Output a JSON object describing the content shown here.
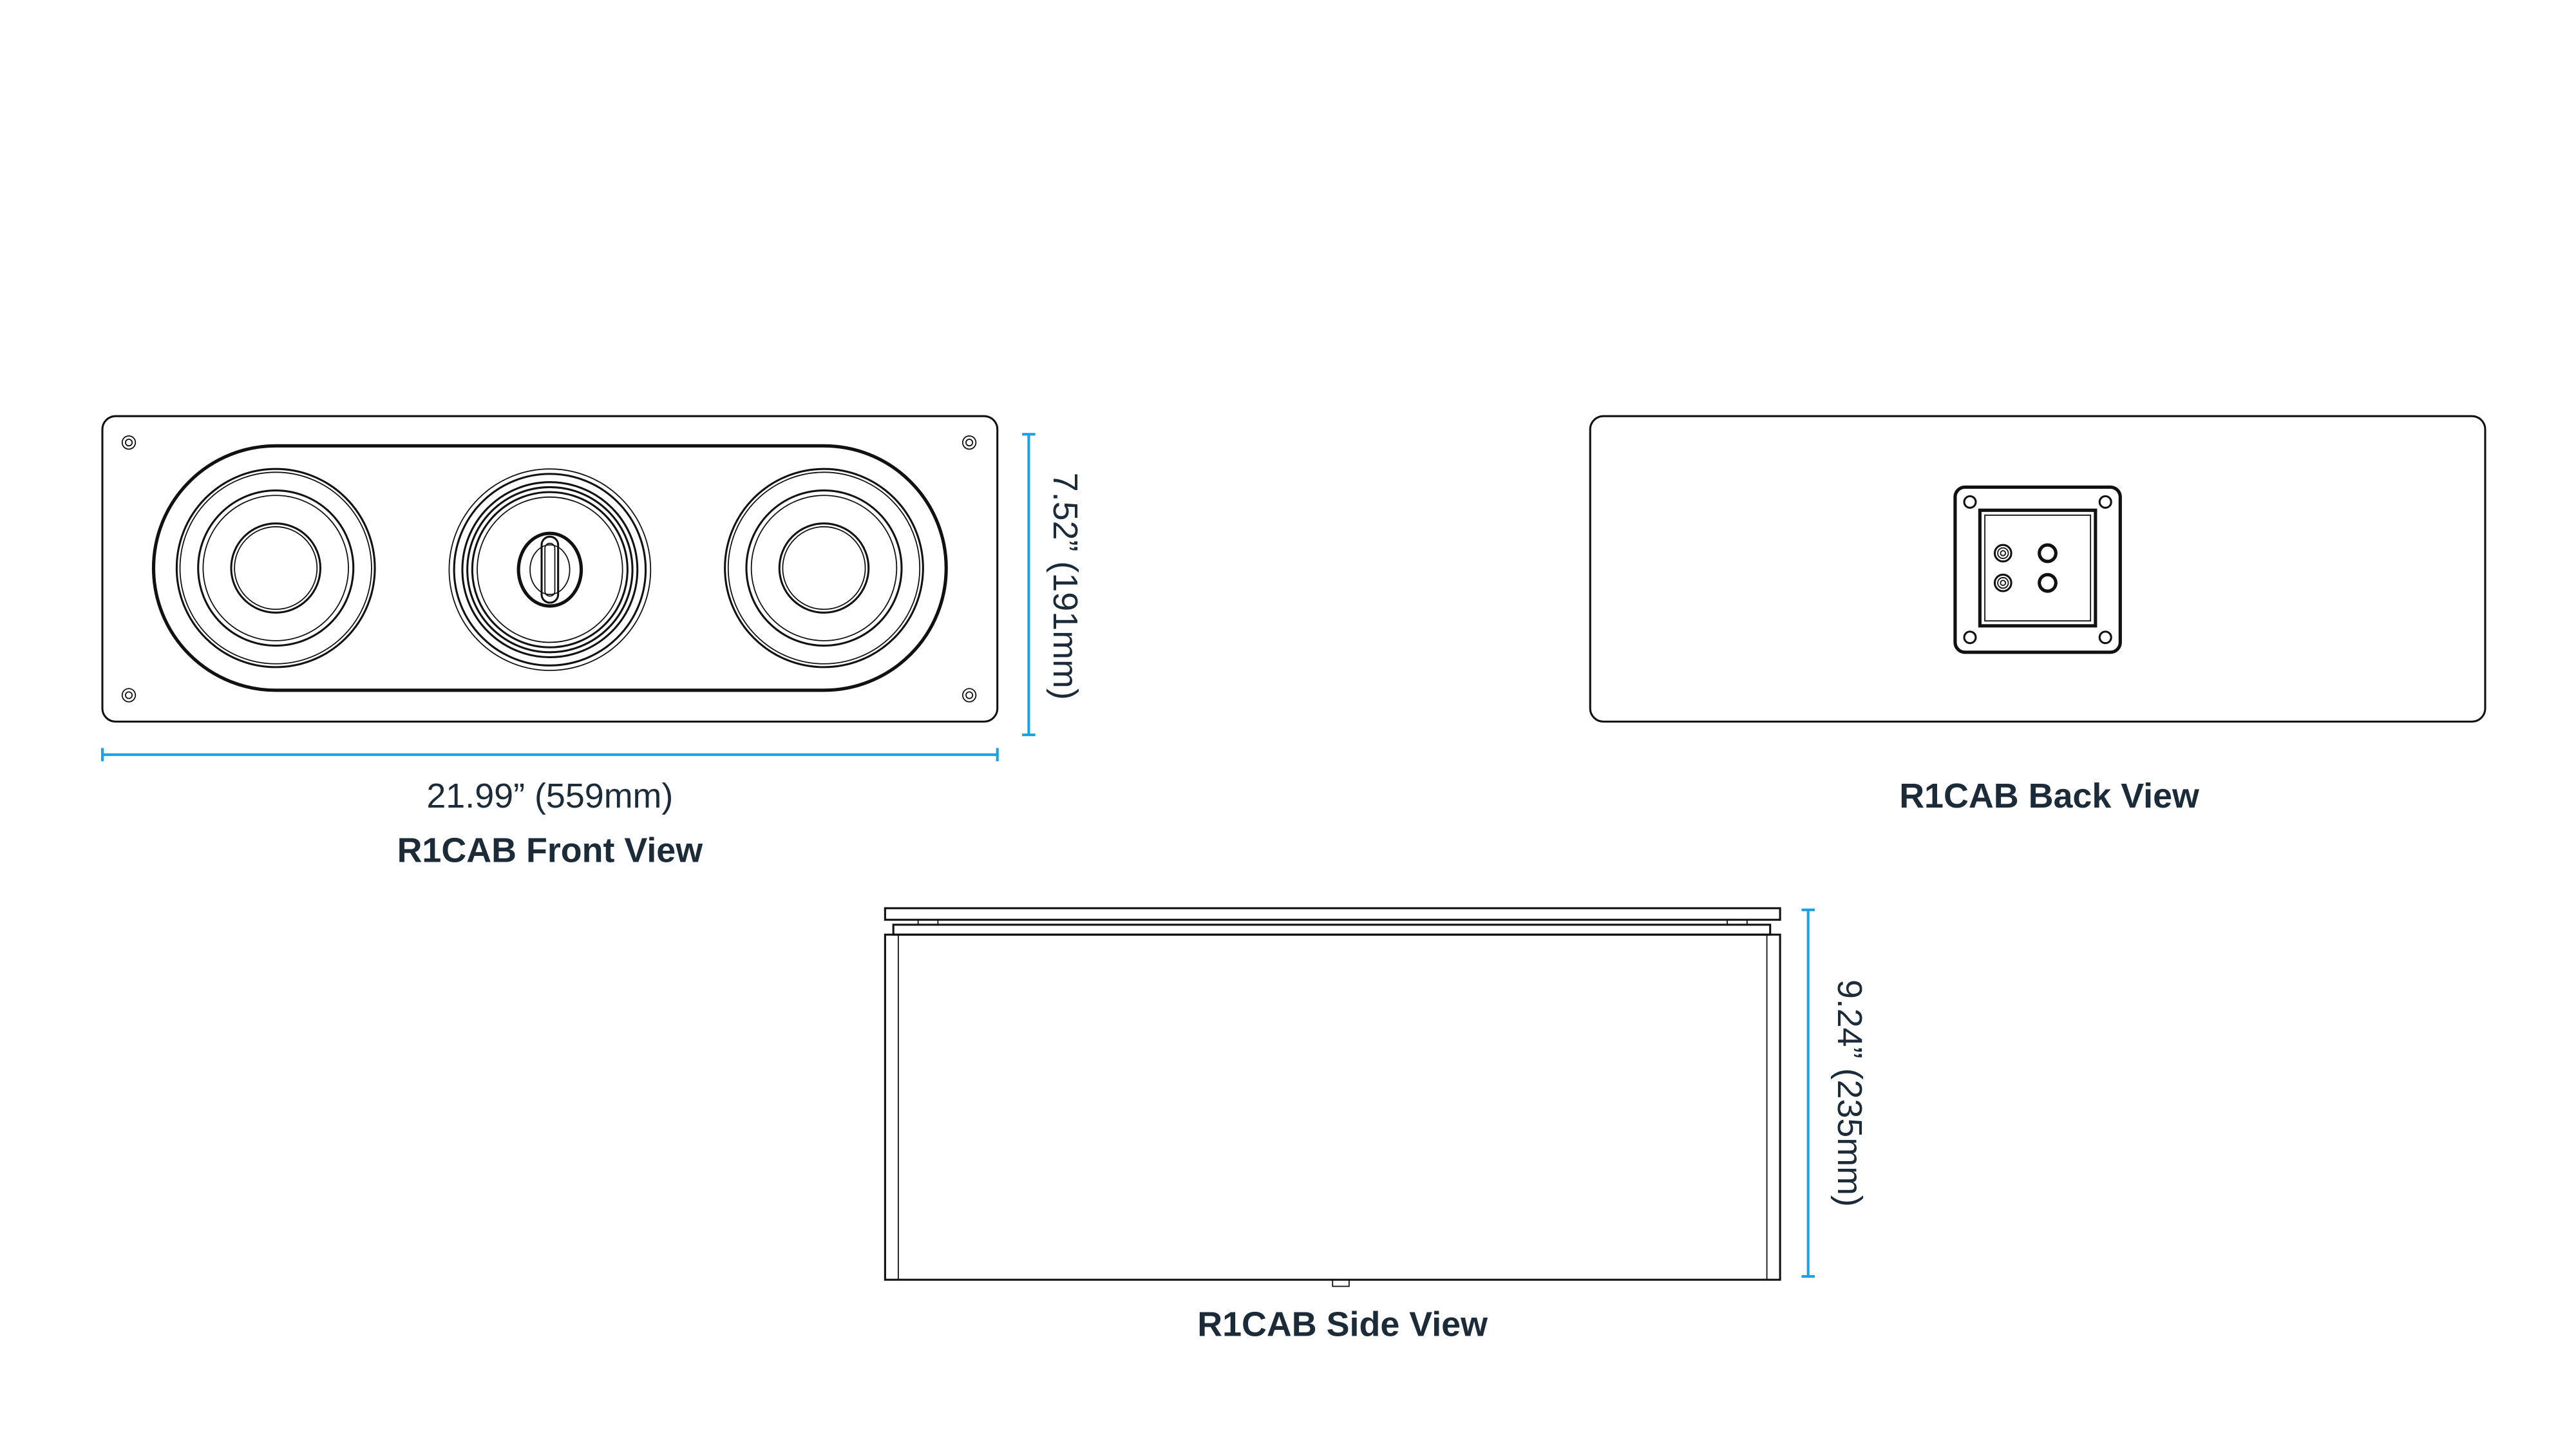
{
  "front_view": {
    "title": "R1CAB Front View",
    "width_label": "21.99” (559mm)",
    "height_label": "7.52” (191mm)"
  },
  "back_view": {
    "title": "R1CAB Back View"
  },
  "side_view": {
    "title": "R1CAB Side View",
    "depth_label": "9.24” (235mm)"
  },
  "colors": {
    "dimension_line": "#1aa3e0",
    "text": "#1c2b3a",
    "outline": "#111111"
  }
}
